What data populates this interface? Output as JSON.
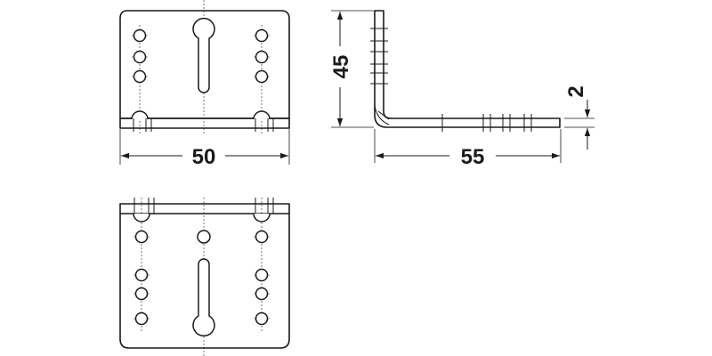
{
  "dimensions": {
    "width_top_view": "50",
    "height_side_view": "45",
    "length_side_view": "55",
    "thickness": "2"
  }
}
